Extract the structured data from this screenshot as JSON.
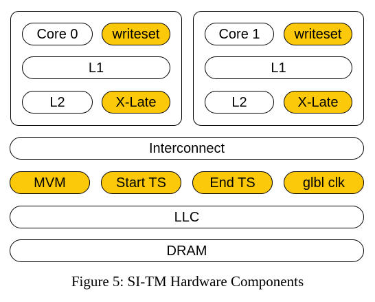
{
  "colors": {
    "highlight": "#FCC80A",
    "plain": "#ffffff",
    "stroke": "#000000"
  },
  "cores": [
    {
      "core_label": "Core 0",
      "writeset_label": "writeset",
      "l1_label": "L1",
      "l2_label": "L2",
      "xlate_label": "X-Late"
    },
    {
      "core_label": "Core 1",
      "writeset_label": "writeset",
      "l1_label": "L1",
      "l2_label": "L2",
      "xlate_label": "X-Late"
    }
  ],
  "interconnect_label": "Interconnect",
  "shared_units": [
    "MVM",
    "Start TS",
    "End TS",
    "glbl clk"
  ],
  "llc_label": "LLC",
  "dram_label": "DRAM",
  "caption": "Figure 5: SI-TM Hardware Components"
}
